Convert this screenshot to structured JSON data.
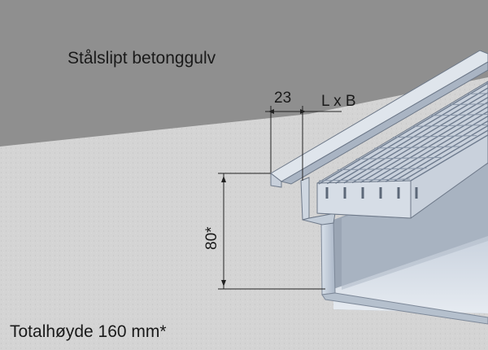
{
  "labels": {
    "floor": "Stålslipt betonggulv",
    "dim_23": "23",
    "dim_lxb": "L x B",
    "dim_80": "80*",
    "total_height": "Totalhøyde 160 mm*"
  },
  "colors": {
    "floor_top": "#8c8c8c",
    "concrete": "#d4d4d4",
    "steel_light": "#e4e9f0",
    "steel_mid": "#bcc6d3",
    "steel_dark": "#8a96a6",
    "grating": "#6e7b8e",
    "dimension": "#222222"
  }
}
